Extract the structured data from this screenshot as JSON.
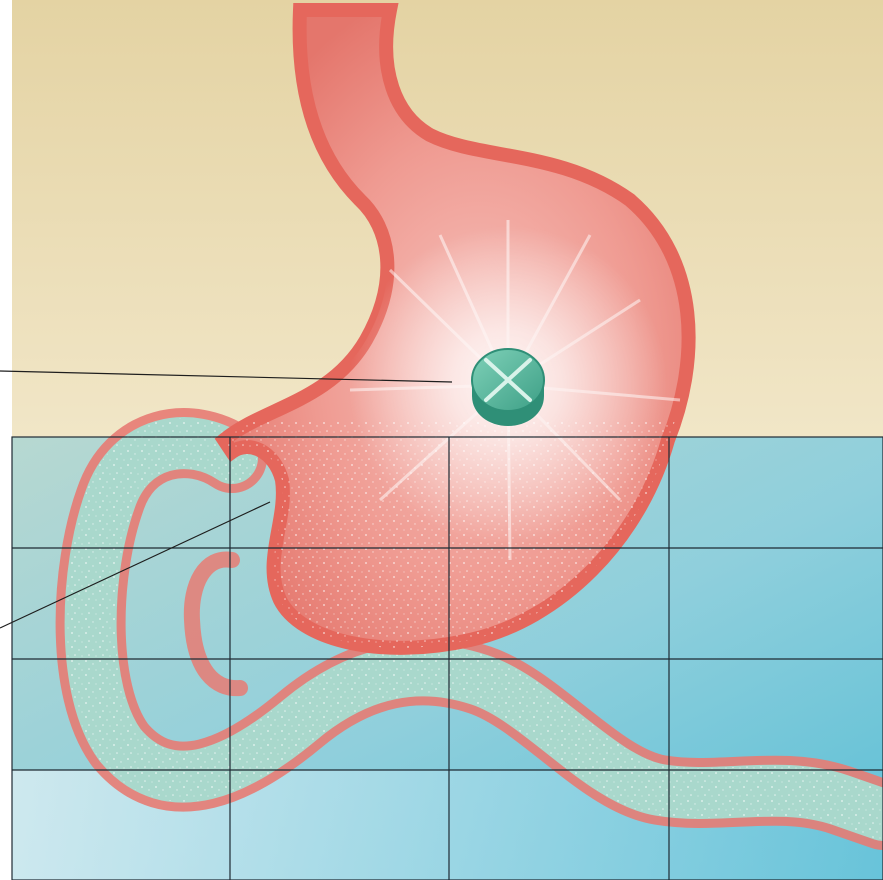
{
  "diagram": {
    "subject": "stomach-and-intestine-with-dissolving-tablet",
    "colors": {
      "background_top_light": "#f1e6c7",
      "background_top": "#e4d3a3",
      "grid_bg_left_top": "#b7d8d1",
      "grid_bg_right": "#5bbfd6",
      "grid_bg_left_bottom": "#dff0f5",
      "grid_lines": "#1e2a33",
      "stomach_outer": "#e9766b",
      "stomach_inner": "#f2a39b",
      "stomach_glow": "#ffffff",
      "intestine_wall": "#e77b73",
      "intestine_fill": "#a9d8cc",
      "tablet": "#4fb49a",
      "tablet_dark": "#2f8f77",
      "leader_lines": "#1e1e1e"
    },
    "icons": [
      "tablet-icon",
      "burst-glow"
    ],
    "grid": {
      "columns": 4,
      "rows": 4
    }
  }
}
